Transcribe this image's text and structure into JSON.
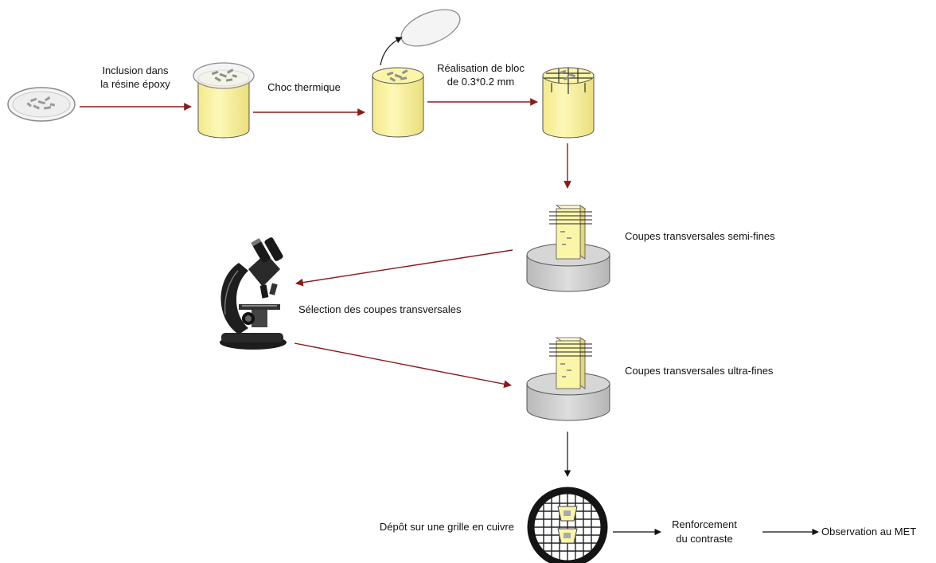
{
  "labels": {
    "inclusion_line1": "Inclusion dans",
    "inclusion_line2": "la résine époxy",
    "choc": "Choc thermique",
    "bloc_line1": "Réalisation de bloc",
    "bloc_line2": "de 0.3*0.2 mm",
    "semi_fines": "Coupes transversales semi-fines",
    "selection": "Sélection des coupes transversales",
    "ultra_fines": "Coupes transversales ultra-fines",
    "depot": "Dépôt sur une grille en cuivre",
    "renforcement_line1": "Renforcement",
    "renforcement_line2": "du contraste",
    "observation": "Observation au MET"
  },
  "colors": {
    "resin_fill": "#fbf5a8",
    "stage_fill": "#cfcfcf",
    "arrow": "#8a1c1c",
    "grid_ring": "#141414",
    "outline": "#555555"
  },
  "icons": {
    "sample": "sample-dish-icon",
    "resin_block": "resin-cylinder-icon",
    "microtome": "microtome-stage-icon",
    "microscope": "light-microscope-icon",
    "copper_grid": "copper-grid-icon"
  }
}
